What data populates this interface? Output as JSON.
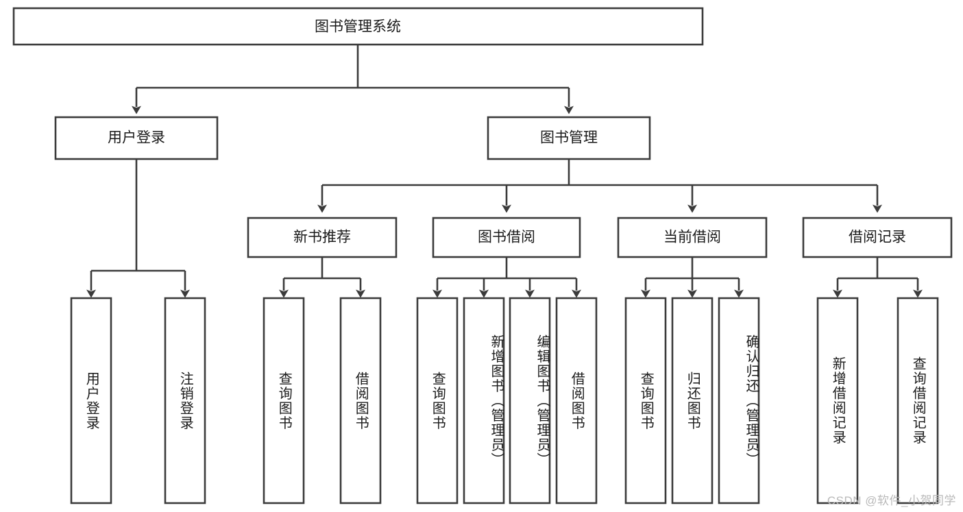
{
  "diagram": {
    "type": "tree",
    "title": "图书管理系统",
    "watermark": "CSDN @软件_小贺同学",
    "colors": {
      "stroke": "#3b3b3b",
      "fill": "#ffffff",
      "text": "#1a1a1a",
      "watermark": "#b9b9b9",
      "background": "#ffffff"
    },
    "levels": {
      "root": {
        "label": "图书管理系统"
      },
      "level2": [
        {
          "label": "用户登录"
        },
        {
          "label": "图书管理"
        }
      ],
      "level3": [
        {
          "label": "新书推荐"
        },
        {
          "label": "图书借阅"
        },
        {
          "label": "当前借阅"
        },
        {
          "label": "借阅记录"
        }
      ],
      "leaves": [
        {
          "label": "用户登录",
          "parent": "用户登录"
        },
        {
          "label": "注销登录",
          "parent": "用户登录"
        },
        {
          "label": "查询图书",
          "parent": "新书推荐"
        },
        {
          "label": "借阅图书",
          "parent": "新书推荐"
        },
        {
          "label": "查询图书",
          "parent": "图书借阅"
        },
        {
          "label": "新增图书（管理员）",
          "parent": "图书借阅"
        },
        {
          "label": "编辑图书（管理员）",
          "parent": "图书借阅"
        },
        {
          "label": "借阅图书",
          "parent": "图书借阅"
        },
        {
          "label": "查询图书",
          "parent": "当前借阅"
        },
        {
          "label": "归还图书",
          "parent": "当前借阅"
        },
        {
          "label": "确认归还（管理员）",
          "parent": "当前借阅"
        },
        {
          "label": "新增借阅记录",
          "parent": "借阅记录"
        },
        {
          "label": "查询借阅记录",
          "parent": "借阅记录"
        }
      ]
    }
  }
}
